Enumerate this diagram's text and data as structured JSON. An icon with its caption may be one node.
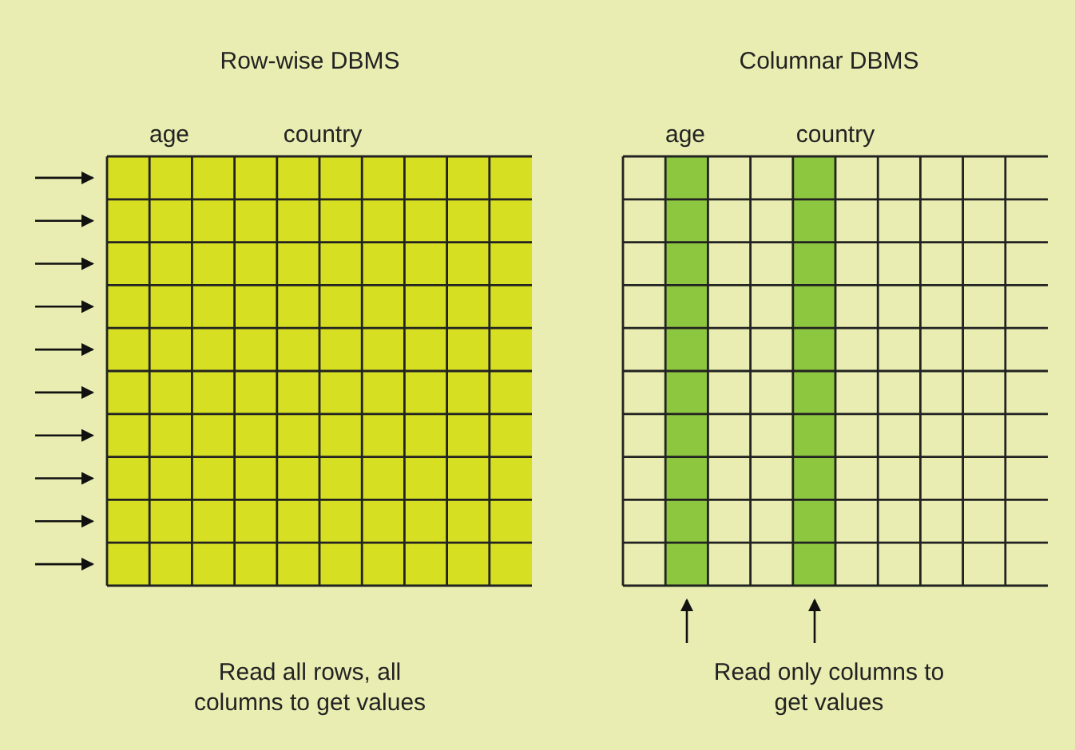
{
  "diagram": {
    "labels": [
      "Row-wise DBMS",
      "Columnar DBMS",
      "age",
      "country",
      "age",
      "country",
      "Read all rows, all columns to get values",
      "Read only columns to get values"
    ]
  }
}
